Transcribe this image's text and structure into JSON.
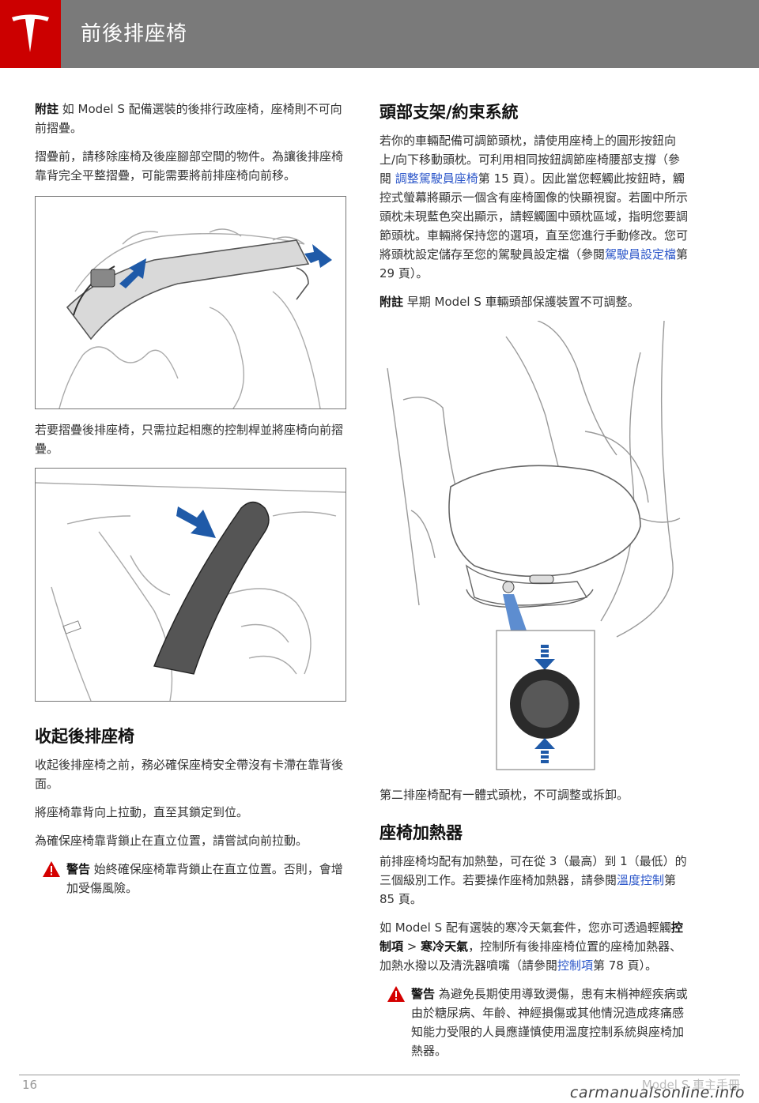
{
  "header": {
    "title": "前後排座椅"
  },
  "left": {
    "note1_label": "附註",
    "note1_text": " 如 Model S 配備選裝的後排行政座椅，座椅則不可向前摺疊。",
    "para1": "摺疊前，請移除座椅及後座腳部空間的物件。為讓後排座椅靠背完全平整摺疊，可能需要將前排座椅向前移。",
    "para2": "若要摺疊後排座椅，只需拉起相應的控制桿並將座椅向前摺疊。",
    "section_title": "收起後排座椅",
    "para3": "收起後排座椅之前，務必確保座椅安全帶沒有卡滯在靠背後面。",
    "para4": "將座椅靠背向上拉動，直至其鎖定到位。",
    "para5": "為確保座椅靠背鎖止在直立位置，請嘗試向前拉動。",
    "warning_label": "警告",
    "warning_text": " 始終確保座椅靠背鎖止在直立位置。否則，會增加受傷風險。"
  },
  "right": {
    "section1_title": "頭部支架/約束系統",
    "para1_a": "若你的車輛配備可調節頭枕，請使用座椅上的圓形按鈕向上/向下移動頭枕。可利用相同按鈕調節座椅腰部支撐（參閱 ",
    "para1_link1": "調整駕駛員座椅",
    "para1_b": "第 15 頁）。因此當您輕觸此按鈕時，觸控式螢幕將顯示一個含有座椅圖像的快顯視窗。若圖中所示頭枕未現藍色突出顯示，請輕觸圖中頭枕區域，指明您要調節頭枕。車輛將保持您的選項，直至您進行手動修改。您可將頭枕設定儲存至您的駕駛員設定檔（參閱",
    "para1_link2": "駕駛員設定檔",
    "para1_c": "第 29 頁）。",
    "note_label": "附註",
    "note_text": " 早期 Model S 車輛頭部保護裝置不可調整。",
    "para2": "第二排座椅配有一體式頭枕，不可調整或拆卸。",
    "section2_title": "座椅加熱器",
    "para3_a": "前排座椅均配有加熱墊，可在從 3（最高）到 1（最低）的三個級別工作。若要操作座椅加熱器，請參閱",
    "para3_link": "溫度控制",
    "para3_b": "第 85 頁。",
    "para4_a": "如 Model S 配有選裝的寒冷天氣套件，您亦可透過輕觸",
    "para4_b1": "控制項",
    "para4_sep": " > ",
    "para4_b2": "寒冷天氣",
    "para4_c": "，控制所有後排座椅位置的座椅加熱器、加熱水撥以及清洗器噴嘴（請參閱",
    "para4_link": "控制項",
    "para4_d": "第 78 頁）。",
    "warning_label": "警告",
    "warning_text": " 為避免長期使用導致燙傷，患有末梢神經疾病或由於糖尿病、年齡、神經損傷或其他情況造成疼痛感知能力受限的人員應謹慎使用溫度控制系統與座椅加熱器。"
  },
  "footer": {
    "page_number": "16",
    "manual_name": "Model S 車主手冊",
    "watermark": "carmanualsonline.info"
  },
  "colors": {
    "header_bg": "#7a7a7a",
    "logo_bg": "#cc0000",
    "link": "#2a55c9",
    "arrow_blue": "#1f5aa8",
    "warning_red": "#d40000"
  }
}
